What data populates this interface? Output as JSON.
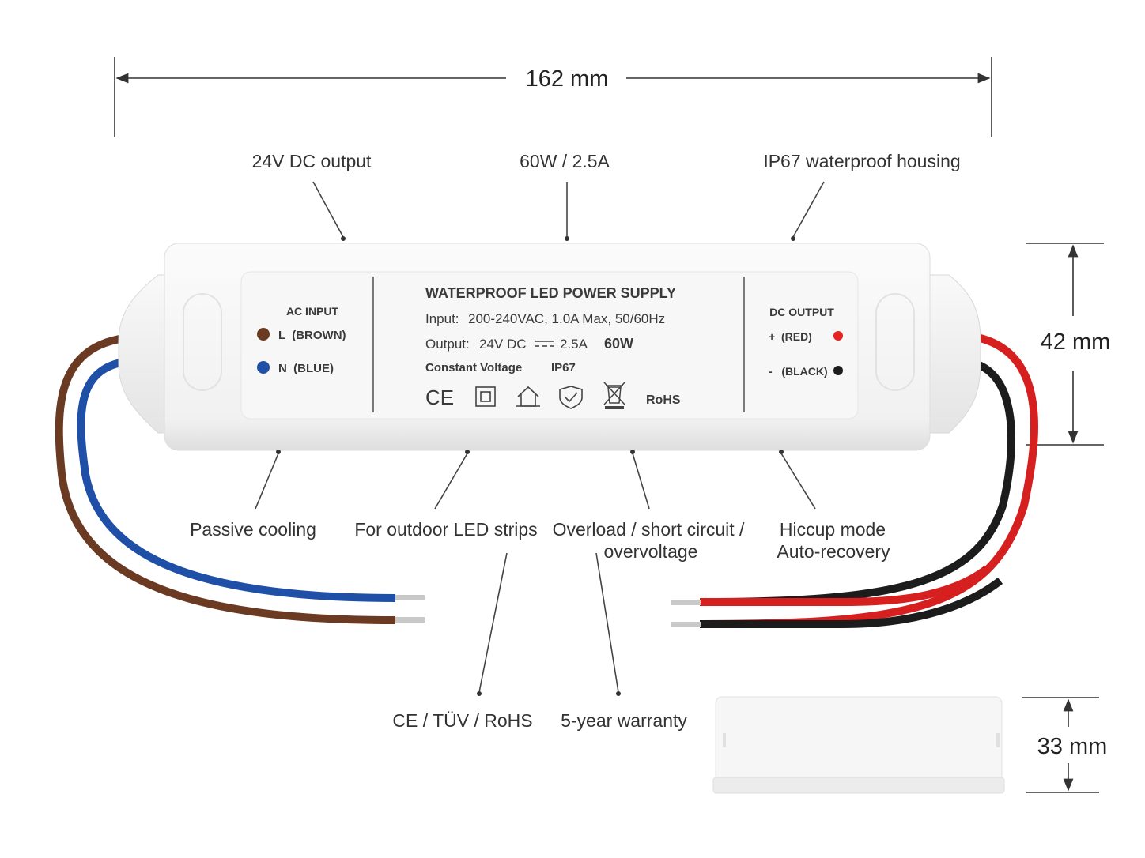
{
  "dimensions": {
    "length": "162 mm",
    "height": "42 mm",
    "thickness": "33 mm"
  },
  "callouts": {
    "top": [
      "24V DC output",
      "60W / 2.5A",
      "IP67 waterproof housing"
    ],
    "bottom": [
      "Passive cooling",
      "For outdoor LED strips",
      "Overload / short circuit /",
      "overvoltage",
      "Hiccup mode",
      "Auto-recovery"
    ],
    "lower": [
      "CE / TÜV / RoHS",
      "5-year warranty"
    ]
  },
  "label": {
    "ac_title": "AC INPUT",
    "ac_l": "L  (BROWN)",
    "ac_n": "N  (BLUE)",
    "title": "WATERPROOF LED POWER SUPPLY",
    "input_key": "Input:",
    "input_val": "200-240VAC, 1.0A Max, 50/60Hz",
    "output_key": "Output:",
    "output_val": "24V DC",
    "output_amp": "2.5A",
    "output_watt": "60W",
    "mode": "Constant Voltage",
    "ip": "IP67",
    "ce_mark": "CE",
    "rohs": "RoHS",
    "dc_title": "DC OUTPUT",
    "dc_plus": "+  (RED)",
    "dc_minus": "-   (BLACK)"
  },
  "colors": {
    "wire_brown": "#6b3a22",
    "wire_blue": "#1f4fa6",
    "wire_red": "#d61f1f",
    "wire_black": "#1c1c1c",
    "housing": "#f4f4f4"
  },
  "icons": [
    "ce-mark-icon",
    "double-insulation-icon",
    "indoor-use-icon",
    "shield-check-icon",
    "weee-bin-icon"
  ]
}
